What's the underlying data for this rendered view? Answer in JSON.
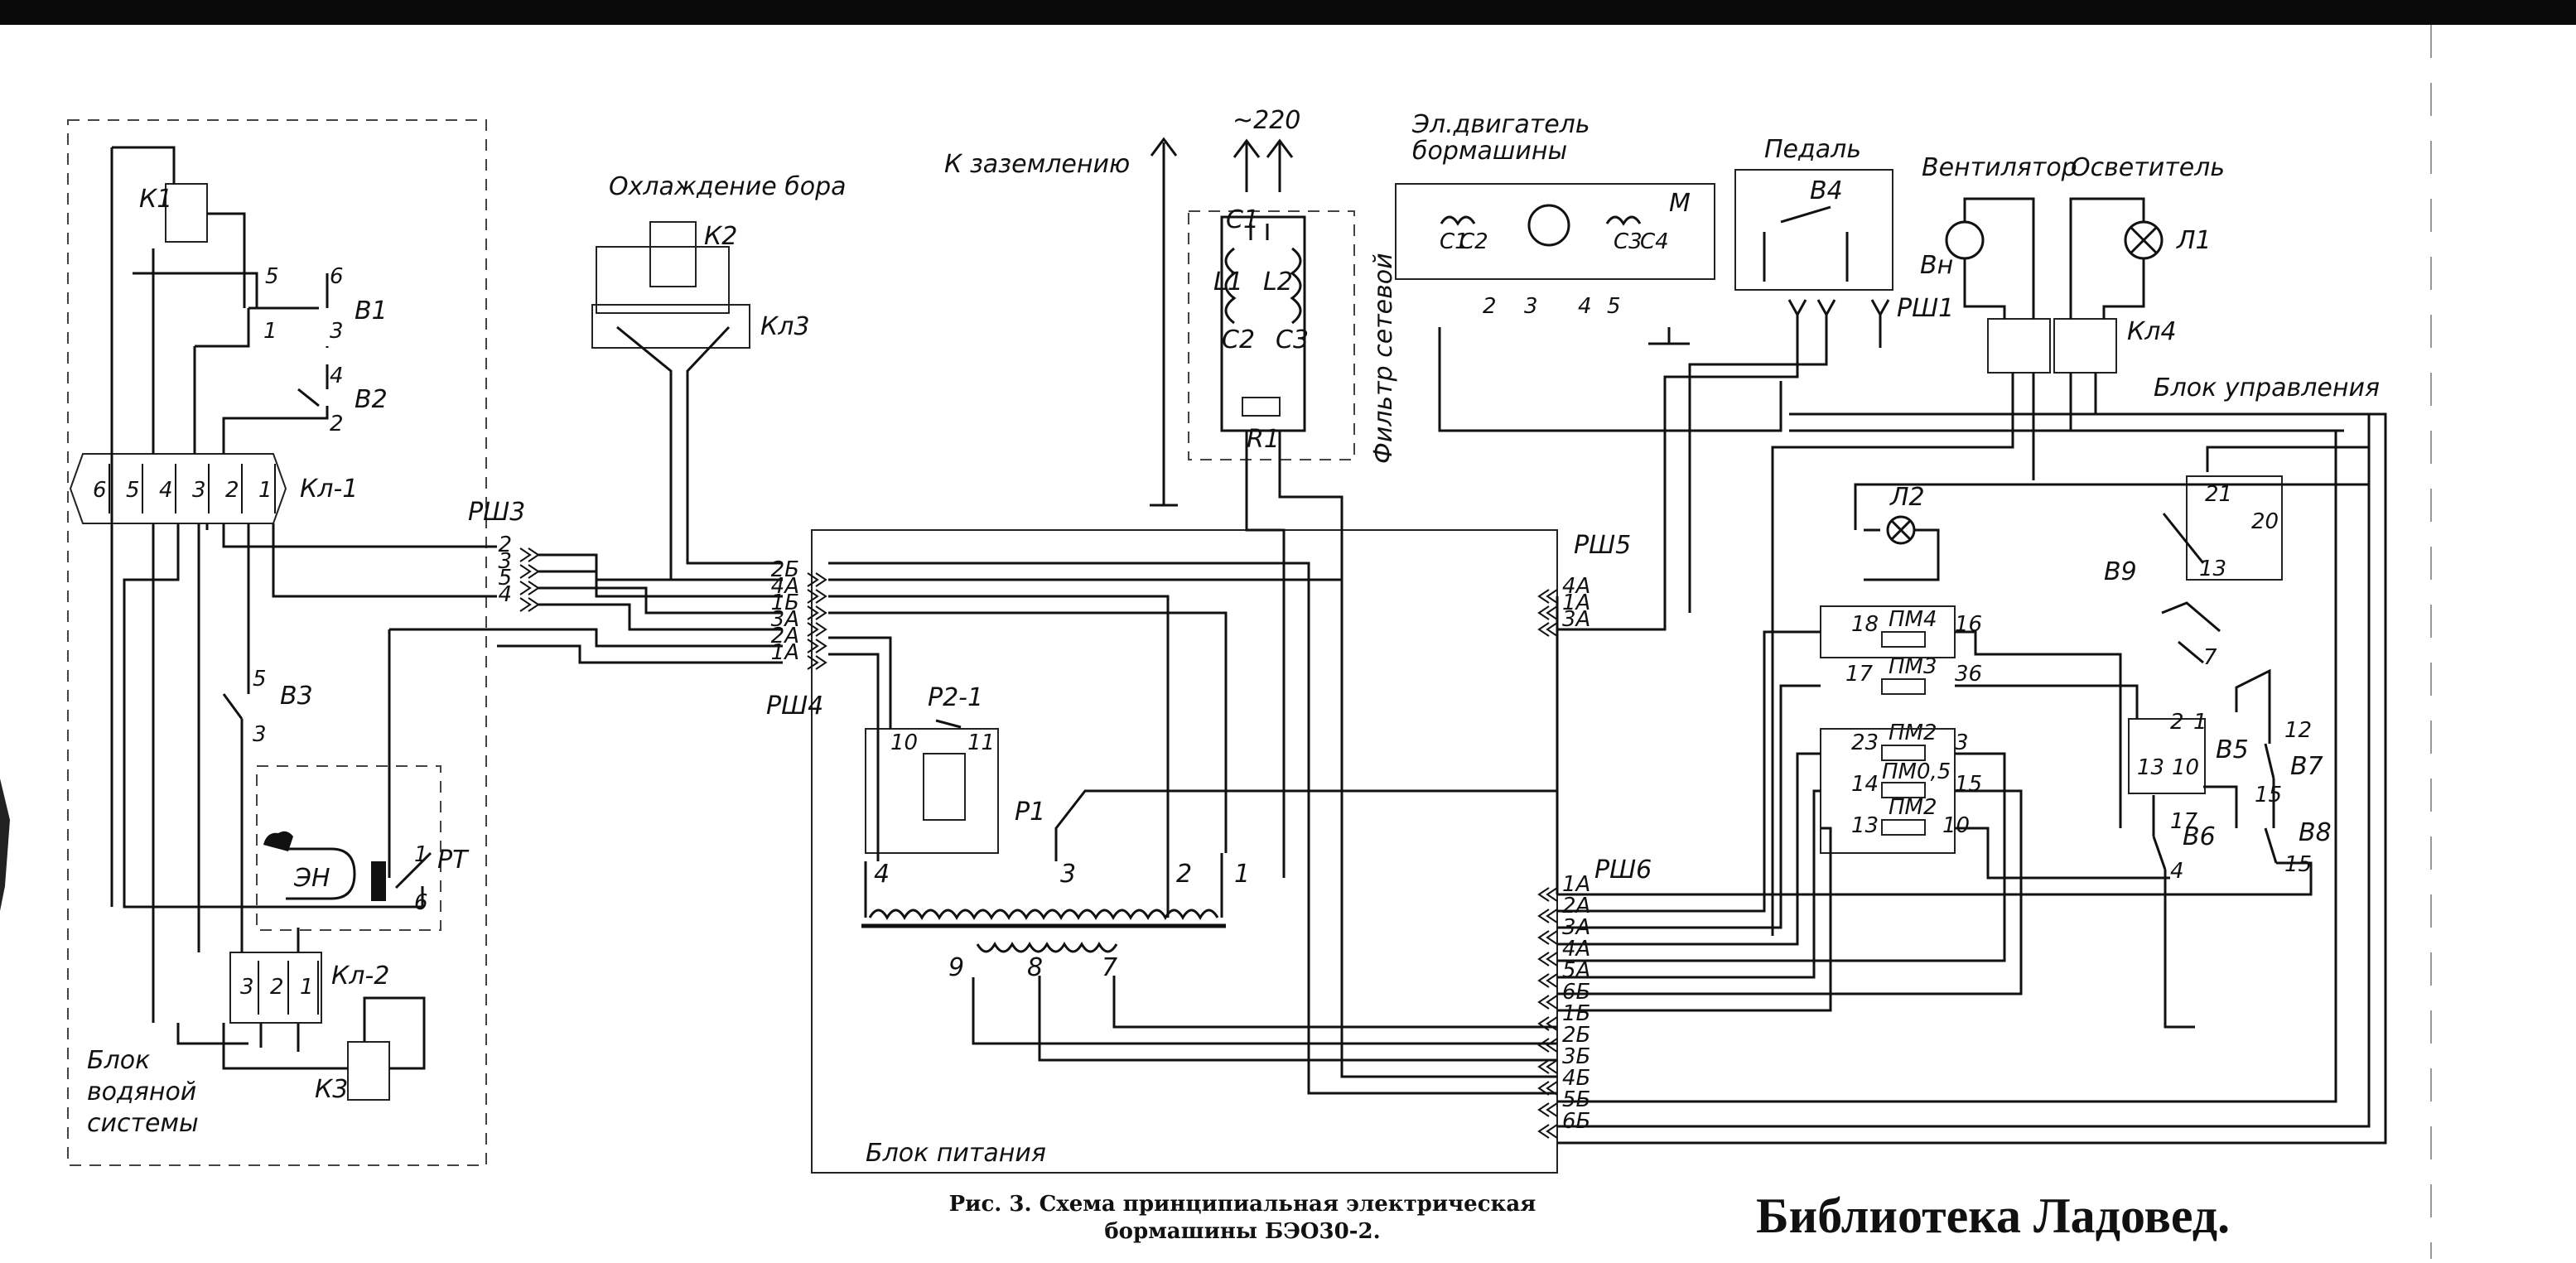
{
  "labels": {
    "water_block": [
      "Блок",
      "водяной",
      "системы"
    ],
    "cooling": "Охлаждение бора",
    "to_ground": "К заземлению",
    "mains": "~220",
    "filter": "Фильтр сетевой",
    "motor": [
      "Эл.двигатель",
      "бормашины"
    ],
    "pedal": "Педаль",
    "fan": "Вентилятор",
    "lamp": "Осветитель",
    "control_block": "Блок управления",
    "power_block": "Блок питания"
  },
  "components": {
    "K1": "К1",
    "K2": "К2",
    "K3": "К3",
    "B1": "В1",
    "B2": "В2",
    "B3": "В3",
    "B4": "В4",
    "B5": "В5",
    "B6": "В6",
    "B7": "В7",
    "B8": "В8",
    "B9": "В9",
    "Kl1": "Кл-1",
    "Kl2": "Кл-2",
    "Kl3": "Кл3",
    "Kl4": "Кл4",
    "RSh1": "РШ1",
    "RSh3": "РШ3",
    "RSh4": "РШ4",
    "RSh5": "РШ5",
    "RSh6": "РШ6",
    "EN": "ЭН",
    "RT": "РТ",
    "P21": "Р2-1",
    "P1": "Р1",
    "C1": "С1",
    "C2": "С2",
    "C3": "С3",
    "L1": "L1",
    "L2": "L2",
    "R1": "R1",
    "M": "М",
    "Vn": "Вн",
    "L1lamp": "Л1",
    "L2lamp": "Л2",
    "PM4": "ПМ4",
    "PM3": "ПМ3",
    "PM2a": "ПМ2",
    "PM1": "ПМ0,5",
    "PM2b": "ПМ2"
  },
  "pins": {
    "kl1": [
      "6",
      "5",
      "4",
      "3",
      "2",
      "1"
    ],
    "kl2": [
      "3",
      "2",
      "1"
    ],
    "rsh3": [
      "2",
      "3",
      "5",
      "4"
    ],
    "rsh4": [
      "2Б",
      "4А",
      "1Б",
      "3А",
      "2А",
      "1А"
    ],
    "rsh5": [
      "4А",
      "1А",
      "3А"
    ],
    "rsh6": [
      "1А",
      "2А",
      "3А",
      "4А",
      "5А",
      "6Б",
      "1Б",
      "2Б",
      "3Б",
      "4Б",
      "5Б",
      "6Б"
    ],
    "transformer_top": [
      "4",
      "3",
      "2",
      "1"
    ],
    "transformer_bottom": [
      "9",
      "8",
      "7"
    ],
    "motor_terms": [
      "С1",
      "С2",
      "2",
      "3",
      "4",
      "5",
      "С3",
      "С4"
    ]
  },
  "caption": [
    "Рис. 3. Схема принципиальная электрическая",
    "бормашины БЭО30-2."
  ],
  "watermark": "Библиотека Ладовед."
}
